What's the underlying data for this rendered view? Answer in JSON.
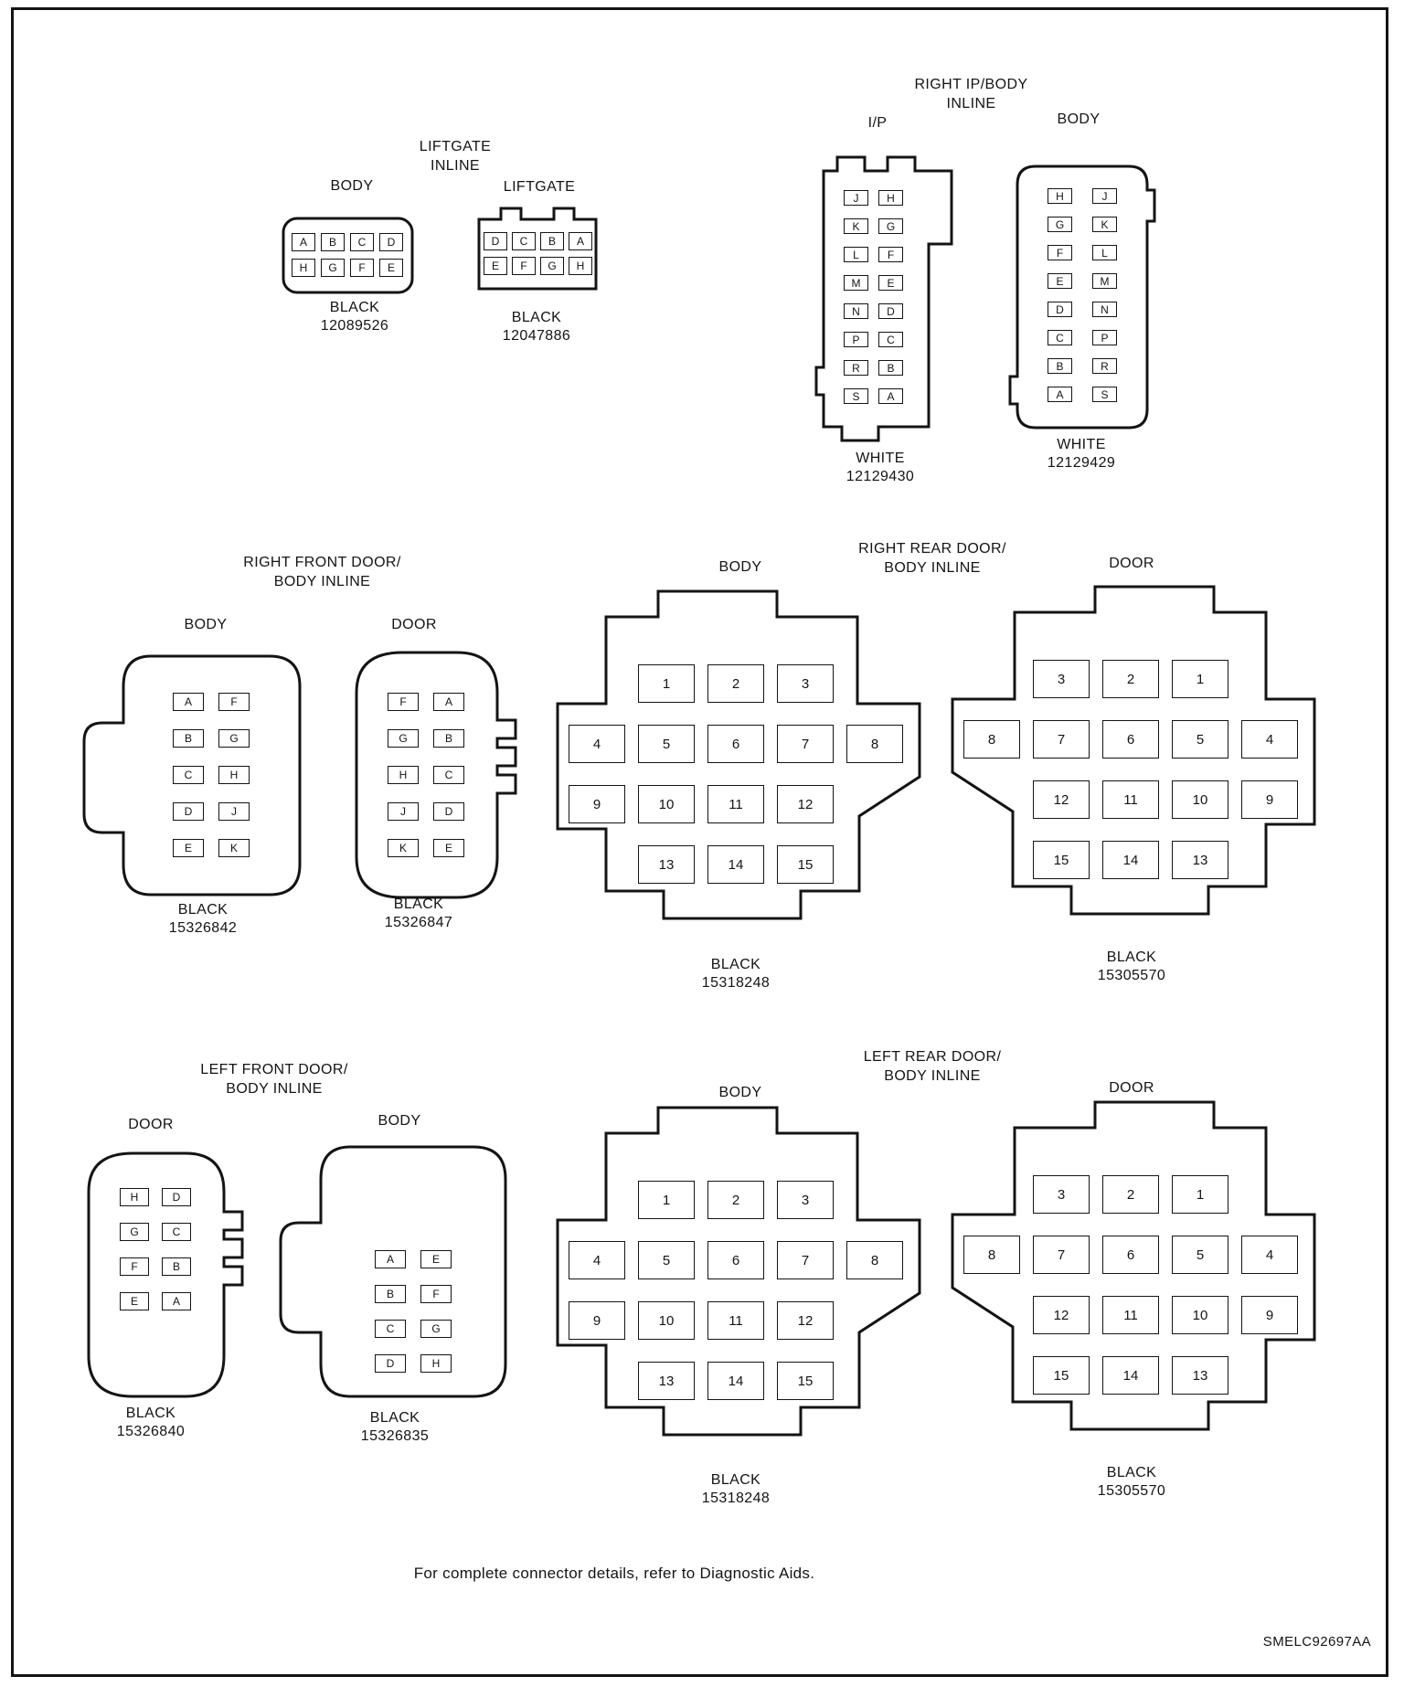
{
  "page": {
    "footer_note": "For complete connector details, refer to Diagnostic Aids.",
    "doc_code": "SMELC92697AA"
  },
  "titles": {
    "liftgate": [
      "LIFTGATE",
      "INLINE"
    ],
    "right_ip": [
      "RIGHT IP/BODY",
      "INLINE"
    ],
    "right_front": [
      "RIGHT FRONT DOOR/",
      "BODY INLINE"
    ],
    "right_rear": [
      "RIGHT REAR DOOR/",
      "BODY INLINE"
    ],
    "left_front": [
      "LEFT FRONT DOOR/",
      "BODY INLINE"
    ],
    "left_rear": [
      "LEFT REAR DOOR/",
      "BODY INLINE"
    ]
  },
  "connectors": {
    "liftgate_body": {
      "heading": "BODY",
      "color": "BLACK",
      "part_number": "12089526",
      "pins": [
        [
          "A",
          "B",
          "C",
          "D"
        ],
        [
          "H",
          "G",
          "F",
          "E"
        ]
      ]
    },
    "liftgate_gate": {
      "heading": "LIFTGATE",
      "color": "BLACK",
      "part_number": "12047886",
      "pins": [
        [
          "D",
          "C",
          "B",
          "A"
        ],
        [
          "E",
          "F",
          "G",
          "H"
        ]
      ]
    },
    "ip_side": {
      "heading": "I/P",
      "color": "WHITE",
      "part_number": "12129430",
      "pins": [
        [
          "J",
          "H"
        ],
        [
          "K",
          "G"
        ],
        [
          "L",
          "F"
        ],
        [
          "M",
          "E"
        ],
        [
          "N",
          "D"
        ],
        [
          "P",
          "C"
        ],
        [
          "R",
          "B"
        ],
        [
          "S",
          "A"
        ]
      ]
    },
    "ip_body": {
      "heading": "BODY",
      "color": "WHITE",
      "part_number": "12129429",
      "pins": [
        [
          "H",
          "J"
        ],
        [
          "G",
          "K"
        ],
        [
          "F",
          "L"
        ],
        [
          "E",
          "M"
        ],
        [
          "D",
          "N"
        ],
        [
          "C",
          "P"
        ],
        [
          "B",
          "R"
        ],
        [
          "A",
          "S"
        ]
      ]
    },
    "rf_body": {
      "heading": "BODY",
      "color": "BLACK",
      "part_number": "15326842",
      "pins": [
        [
          "A",
          "F"
        ],
        [
          "B",
          "G"
        ],
        [
          "C",
          "H"
        ],
        [
          "D",
          "J"
        ],
        [
          "E",
          "K"
        ]
      ]
    },
    "rf_door": {
      "heading": "DOOR",
      "color": "BLACK",
      "part_number": "15326847",
      "pins": [
        [
          "F",
          "A"
        ],
        [
          "G",
          "B"
        ],
        [
          "H",
          "C"
        ],
        [
          "J",
          "D"
        ],
        [
          "K",
          "E"
        ]
      ]
    },
    "rr_body": {
      "heading": "BODY",
      "color": "BLACK",
      "part_number": "15318248",
      "pins": [
        [
          null,
          "1",
          "2",
          "3",
          null
        ],
        [
          "4",
          "5",
          "6",
          "7",
          "8"
        ],
        [
          "9",
          "10",
          "11",
          "12",
          null
        ],
        [
          null,
          "13",
          "14",
          "15",
          null
        ]
      ]
    },
    "rr_door": {
      "heading": "DOOR",
      "color": "BLACK",
      "part_number": "15305570",
      "pins": [
        [
          null,
          "3",
          "2",
          "1",
          null
        ],
        [
          "8",
          "7",
          "6",
          "5",
          "4"
        ],
        [
          null,
          "12",
          "11",
          "10",
          "9"
        ],
        [
          null,
          "15",
          "14",
          "13",
          null
        ]
      ]
    },
    "lf_door": {
      "heading": "DOOR",
      "color": "BLACK",
      "part_number": "15326840",
      "pins": [
        [
          "H",
          "D"
        ],
        [
          "G",
          "C"
        ],
        [
          "F",
          "B"
        ],
        [
          "E",
          "A"
        ]
      ]
    },
    "lf_body": {
      "heading": "BODY",
      "color": "BLACK",
      "part_number": "15326835",
      "pins": [
        [
          "A",
          "E"
        ],
        [
          "B",
          "F"
        ],
        [
          "C",
          "G"
        ],
        [
          "D",
          "H"
        ]
      ]
    },
    "lr_body": {
      "heading": "BODY",
      "color": "BLACK",
      "part_number": "15318248",
      "pins": [
        [
          null,
          "1",
          "2",
          "3",
          null
        ],
        [
          "4",
          "5",
          "6",
          "7",
          "8"
        ],
        [
          "9",
          "10",
          "11",
          "12",
          null
        ],
        [
          null,
          "13",
          "14",
          "15",
          null
        ]
      ]
    },
    "lr_door": {
      "heading": "DOOR",
      "color": "BLACK",
      "part_number": "15305570",
      "pins": [
        [
          null,
          "3",
          "2",
          "1",
          null
        ],
        [
          "8",
          "7",
          "6",
          "5",
          "4"
        ],
        [
          null,
          "12",
          "11",
          "10",
          "9"
        ],
        [
          null,
          "15",
          "14",
          "13",
          null
        ]
      ]
    }
  }
}
